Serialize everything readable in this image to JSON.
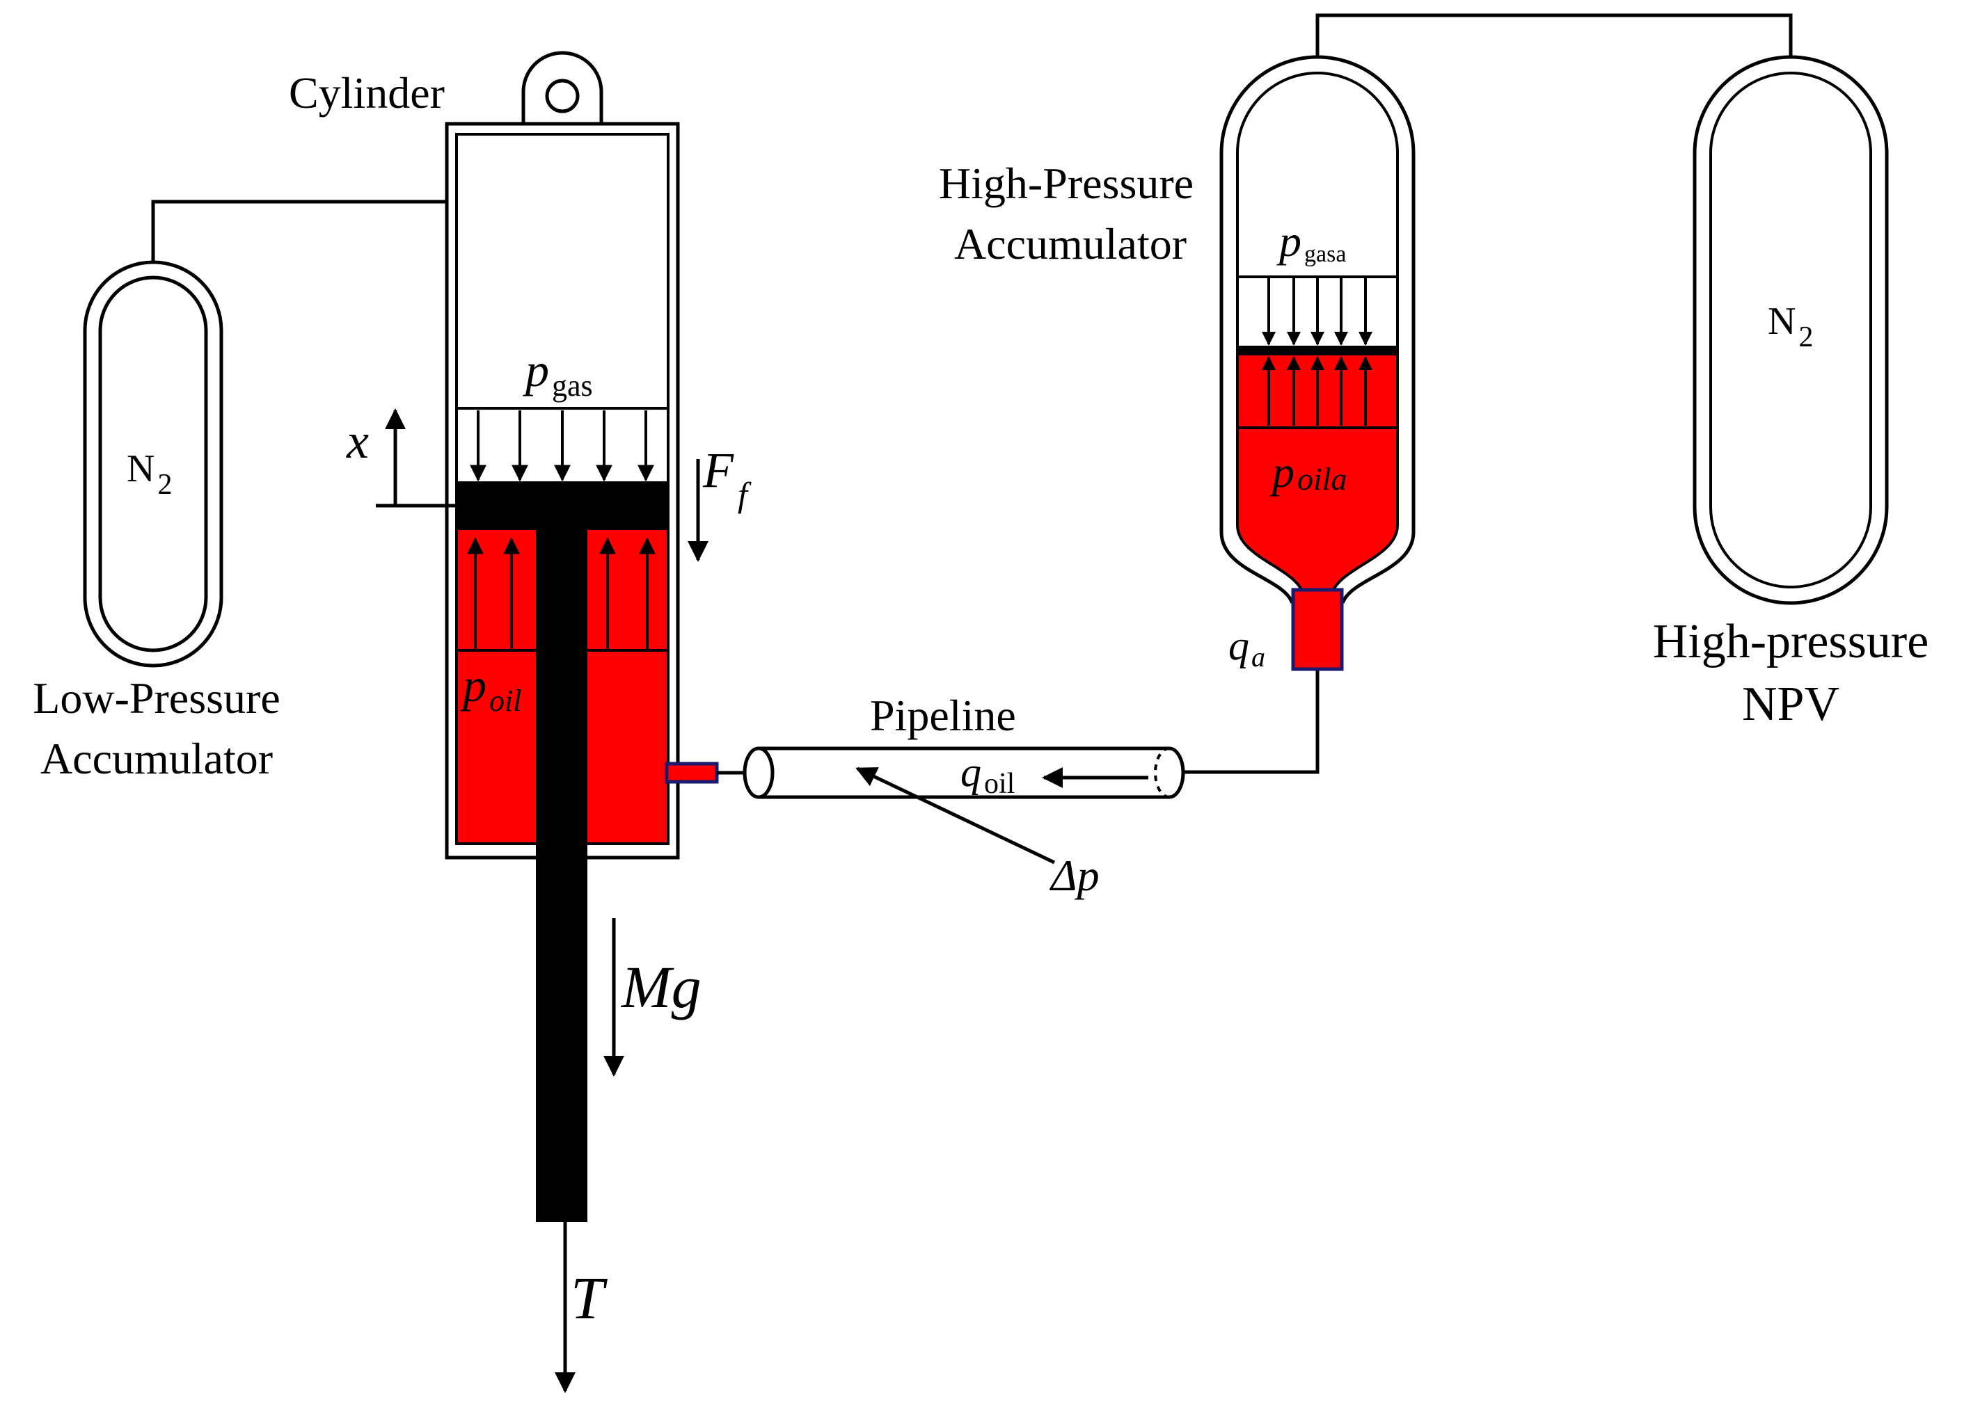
{
  "labels": {
    "cylinder": "Cylinder",
    "low_pressure_accumulator_line1": "Low-Pressure",
    "low_pressure_accumulator_line2": "Accumulator",
    "high_pressure_accumulator_line1": "High-Pressure",
    "high_pressure_accumulator_line2": "Accumulator",
    "npv_line1": "High-pressure",
    "npv_line2": "NPV",
    "pipeline": "Pipeline",
    "n2_symbol": "N",
    "n2_subscript": "2"
  },
  "symbols": {
    "p_gas": {
      "base": "p",
      "sub": "gas"
    },
    "p_oil": {
      "base": "p",
      "sub": "oil"
    },
    "p_gasa": {
      "base": "p",
      "sub": "gasa"
    },
    "p_oila": {
      "base": "p",
      "sub": "oila"
    },
    "q_a": {
      "base": "q",
      "sub": "a"
    },
    "q_oil": {
      "base": "q",
      "sub": "oil"
    },
    "delta_p": "Δp",
    "x": "x",
    "F_f": {
      "base": "F",
      "sub": "f"
    },
    "Mg": "Mg",
    "T": "T"
  },
  "colors": {
    "oil": "#ff0000",
    "outline": "#000000",
    "piston": "#000000",
    "fitting": "#1a1a6e"
  }
}
